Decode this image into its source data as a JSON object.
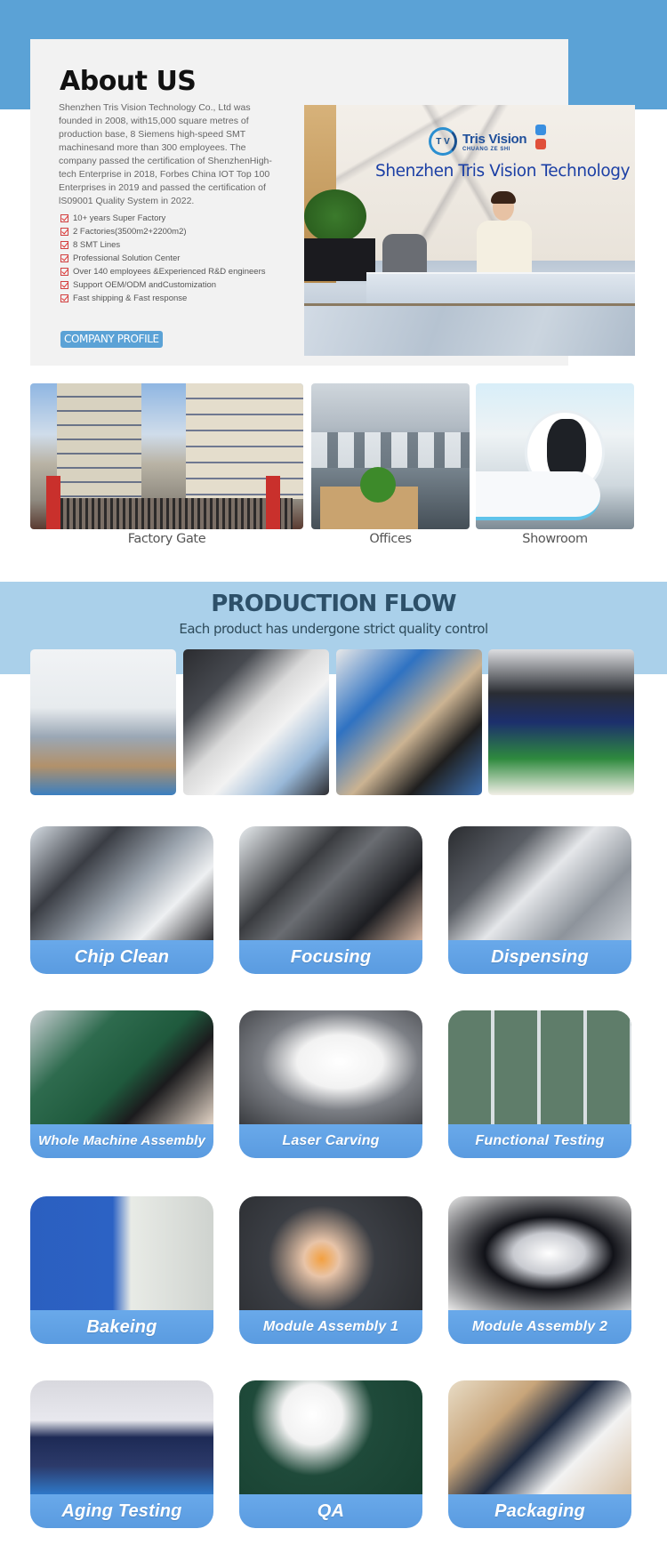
{
  "about": {
    "title": "About US",
    "body": "Shenzhen Tris Vision Technology Co., Ltd was founded in 2008, with15,000 square metres of production base, 8 Siemens high-speed SMT machinesand more than 300 employees. The company passed the certification of ShenzhenHigh-tech Enterprise in 2018, Forbes China IOT Top 100 Enterprises in 2019 and passed the certification of lS09001 Quality System in 2022.",
    "highlights": [
      "10+ years Super Factory",
      "2 Factories(3500m2+2200m2)",
      "8 SMT Lines",
      "Professional Solution Center",
      "Over 140 employees &Experienced R&D engineers",
      "Support OEM/ODM andCustomization",
      "Fast shipping & Fast response"
    ],
    "button_label": "COMPANY PROFILE",
    "reception": {
      "logo_mark": "T V",
      "logo_name": "Tris Vision",
      "logo_sub": "CHUANG ZE SHI",
      "wall_text": "Shenzhen Tris Vision Technology"
    }
  },
  "facilities": [
    {
      "caption": "Factory Gate"
    },
    {
      "caption": "Offices"
    },
    {
      "caption": "Showroom"
    }
  ],
  "production": {
    "title": "PRODUCTION FLOW",
    "subtitle": "Each product has undergone strict quality control",
    "steps": [
      {
        "label": "Chip Clean"
      },
      {
        "label": "Focusing"
      },
      {
        "label": "Dispensing"
      },
      {
        "label": "Whole Machine Assembly"
      },
      {
        "label": "Laser Carving"
      },
      {
        "label": "Functional Testing"
      },
      {
        "label": "Bakeing"
      },
      {
        "label": "Module Assembly 1"
      },
      {
        "label": "Module Assembly 2"
      },
      {
        "label": "Aging Testing"
      },
      {
        "label": "QA"
      },
      {
        "label": "Packaging"
      }
    ]
  },
  "colors": {
    "brand_blue": "#5ba2d6",
    "band_light_blue": "#aad0ea",
    "label_blue": "#5a9be0",
    "card_gray": "#f2f2f2"
  }
}
